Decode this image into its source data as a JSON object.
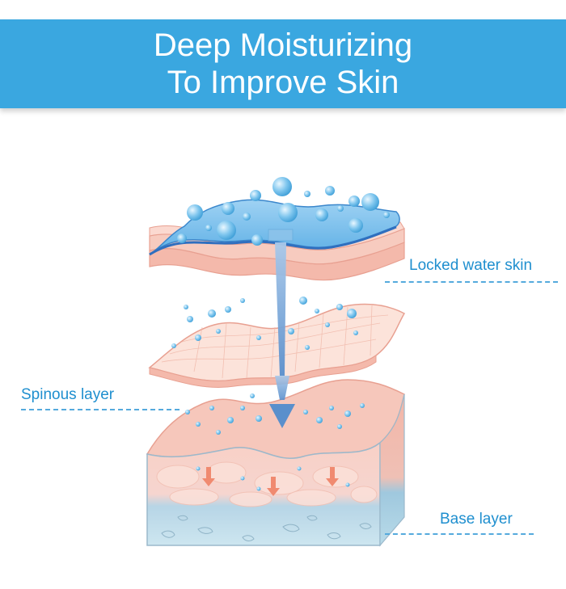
{
  "header": {
    "title_line1": "Deep Moisturizing",
    "title_line2": "To Improve Skin",
    "background": "#3aa7e0"
  },
  "labels": {
    "locked_water_skin": "Locked water skin",
    "spinous_layer": "Spinous layer",
    "base_layer": "Base layer"
  },
  "colors": {
    "label_text": "#1f8fcf",
    "water_blue": "#5ab4e8",
    "skin_pink": "#f7c9bf",
    "arrow_blue": "#6a9fd4",
    "arrow_red": "#f08a70"
  }
}
